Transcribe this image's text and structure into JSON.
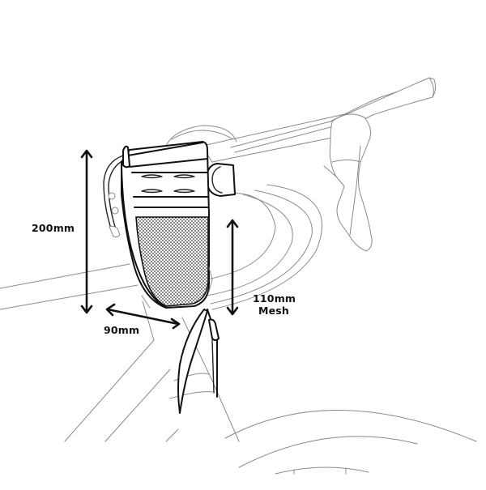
{
  "illustration": {
    "subject": "Handlebar bag mounted on road bike stem",
    "line_color": "#8a8a8a",
    "ink_color": "#111111",
    "background": "#ffffff"
  },
  "dimensions": {
    "height": {
      "value": "200mm"
    },
    "depth": {
      "value": "90mm"
    },
    "mesh": {
      "value": "110mm",
      "caption": "Mesh"
    }
  }
}
